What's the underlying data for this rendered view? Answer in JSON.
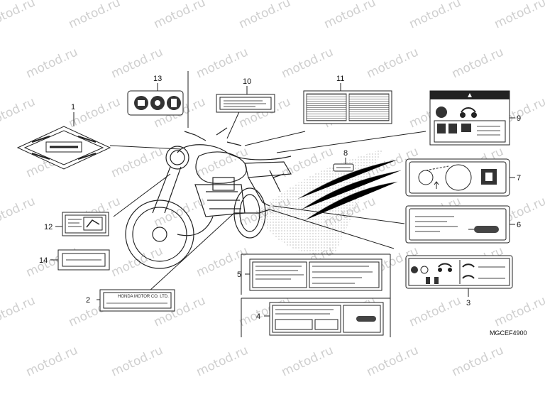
{
  "watermark": {
    "text": "motod.ru",
    "color": "#cfcfcf"
  },
  "callouts": [
    {
      "id": "c1",
      "label": "1"
    },
    {
      "id": "c2",
      "label": "2"
    },
    {
      "id": "c3",
      "label": "3"
    },
    {
      "id": "c4",
      "label": "4"
    },
    {
      "id": "c5",
      "label": "5"
    },
    {
      "id": "c6",
      "label": "6"
    },
    {
      "id": "c7",
      "label": "7"
    },
    {
      "id": "c8",
      "label": "8"
    },
    {
      "id": "c9",
      "label": "9"
    },
    {
      "id": "c10",
      "label": "10"
    },
    {
      "id": "c11",
      "label": "11"
    },
    {
      "id": "c12",
      "label": "12"
    },
    {
      "id": "c13",
      "label": "13"
    },
    {
      "id": "c14",
      "label": "14"
    }
  ],
  "figure_code": "MGCEF4900",
  "decals": {
    "label2_text": "HONDA  MOTOR CO. LTD."
  },
  "colors": {
    "ink": "#222222",
    "paper": "#ffffff",
    "shade": "#555555"
  }
}
